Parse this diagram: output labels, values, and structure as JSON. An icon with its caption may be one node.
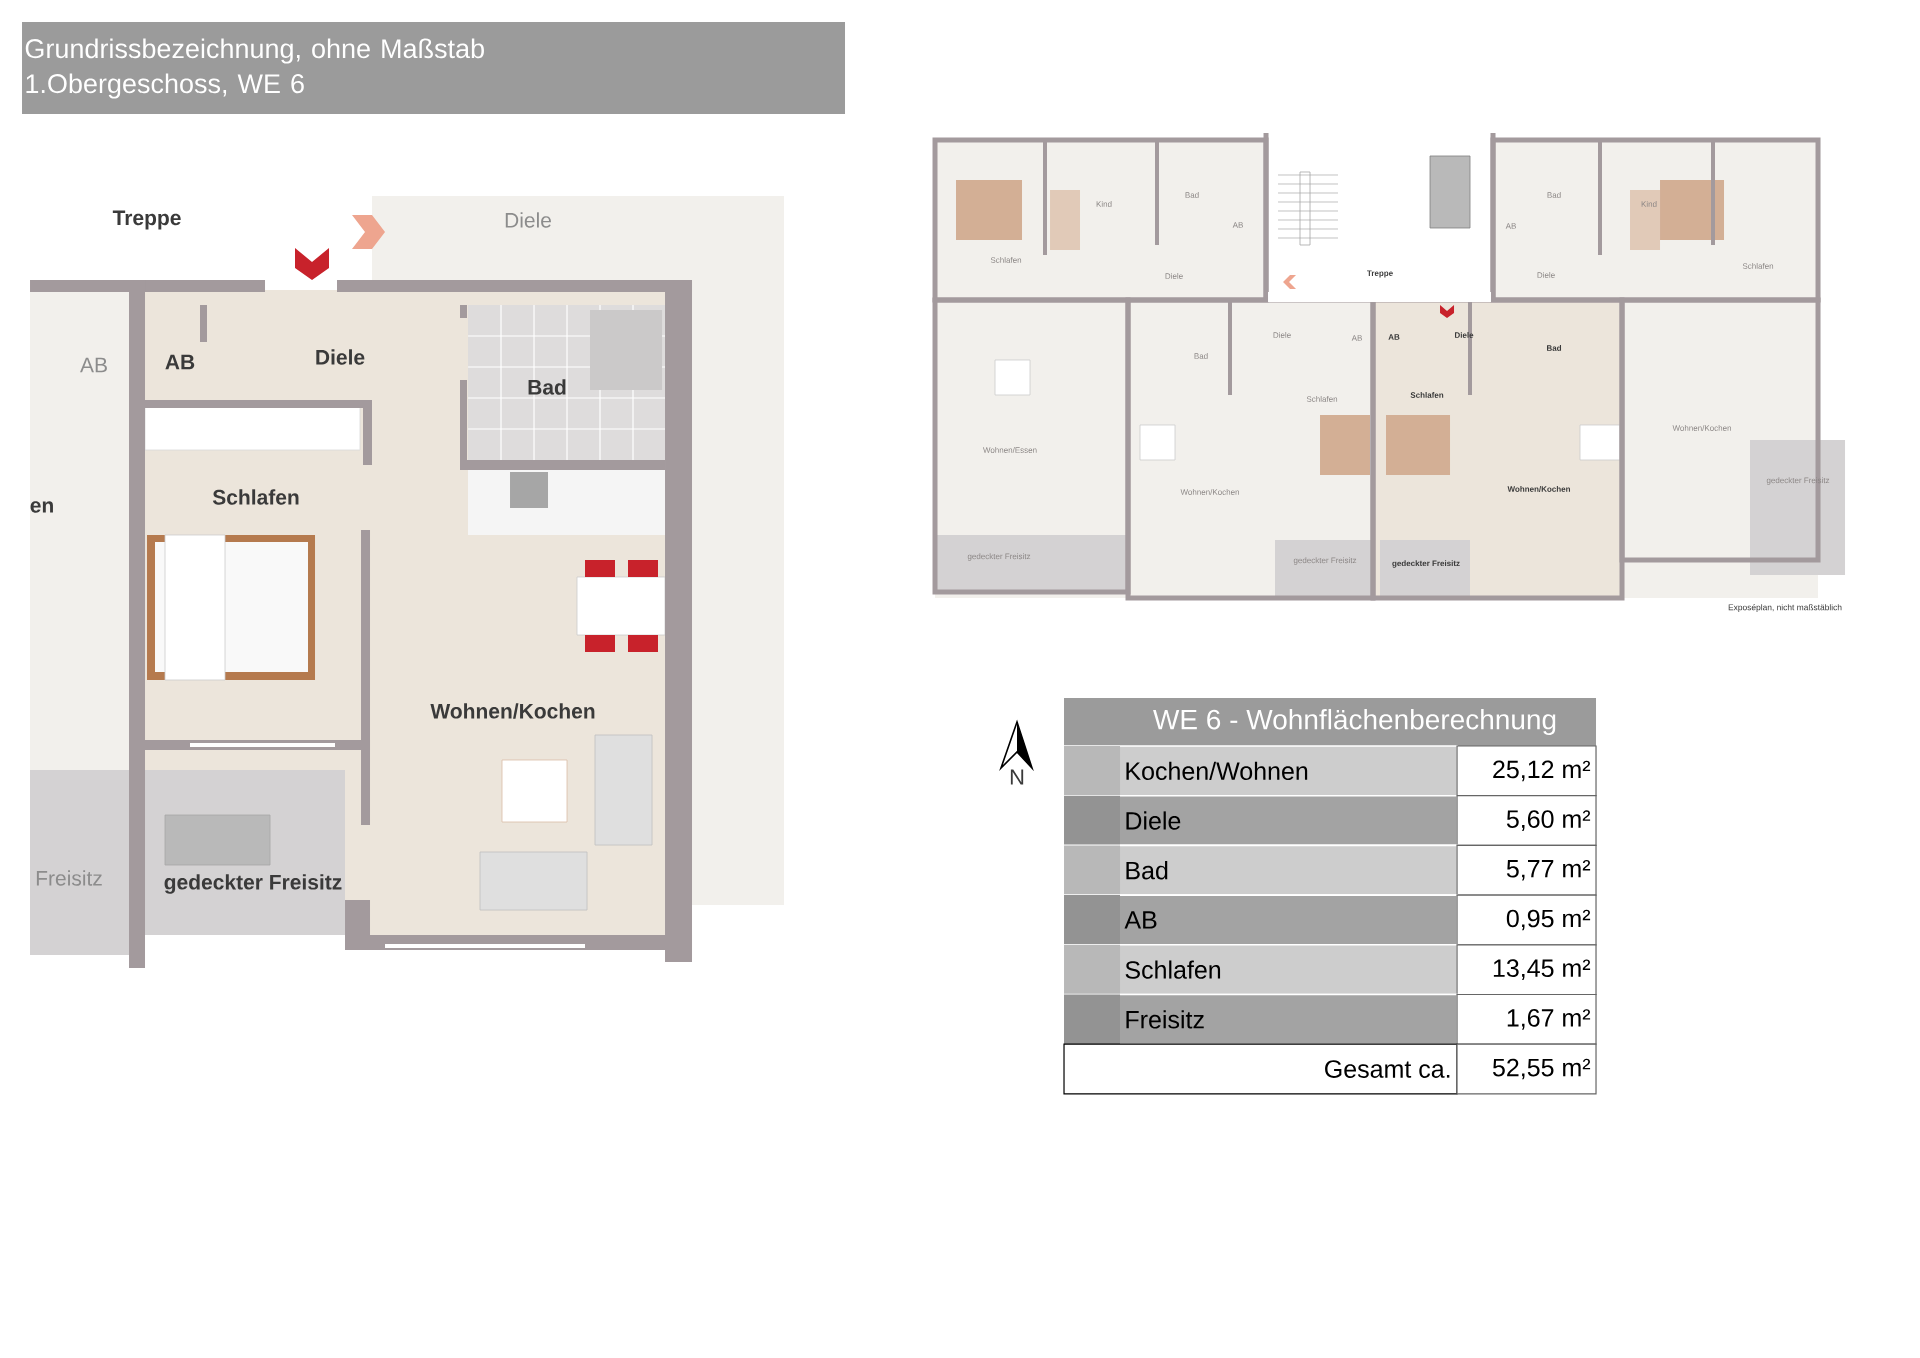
{
  "diagram": {
    "title": "Grundrissbezeichnung, ohne Maßstab 1.Obergeschoss, WE 6",
    "labels": [
      "Treppe",
      "Diele",
      "AB",
      "AB",
      "Diele",
      "Bad",
      "en",
      "Schlafen",
      "Wohnen/Kochen",
      "Freisitz",
      "gedeckter Freisitz",
      "Kind",
      "Bad",
      "Bad",
      "Kind",
      "AB",
      "AB",
      "Schlafen",
      "Schlafen",
      "Diele",
      "Treppe",
      "Diele",
      "Diele",
      "AB",
      "AB",
      "Diele",
      "Bad",
      "Bad",
      "Schlafen",
      "Schlafen",
      "Wohnen/Kochen",
      "Wohnen/Essen",
      "Wohnen/Kochen",
      "Wohnen/Kochen",
      "gedeckter Freisitz",
      "gedeckter Freisitz",
      "gedeckter Freisitz",
      "gedeckter Freisitz",
      "Exposéplan, nicht maßstäblich",
      "N",
      "WE 6 - Wohnflächenberechnung",
      "Kochen/Wohnen",
      "25,12 m²",
      "Diele",
      "5,60 m²",
      "Bad",
      "5,77 m²",
      "AB",
      "0,95 m²",
      "Schlafen",
      "13,45 m²",
      "Freisitz",
      "1,67 m²",
      "Gesamt ca.",
      "52,55 m²"
    ]
  }
}
